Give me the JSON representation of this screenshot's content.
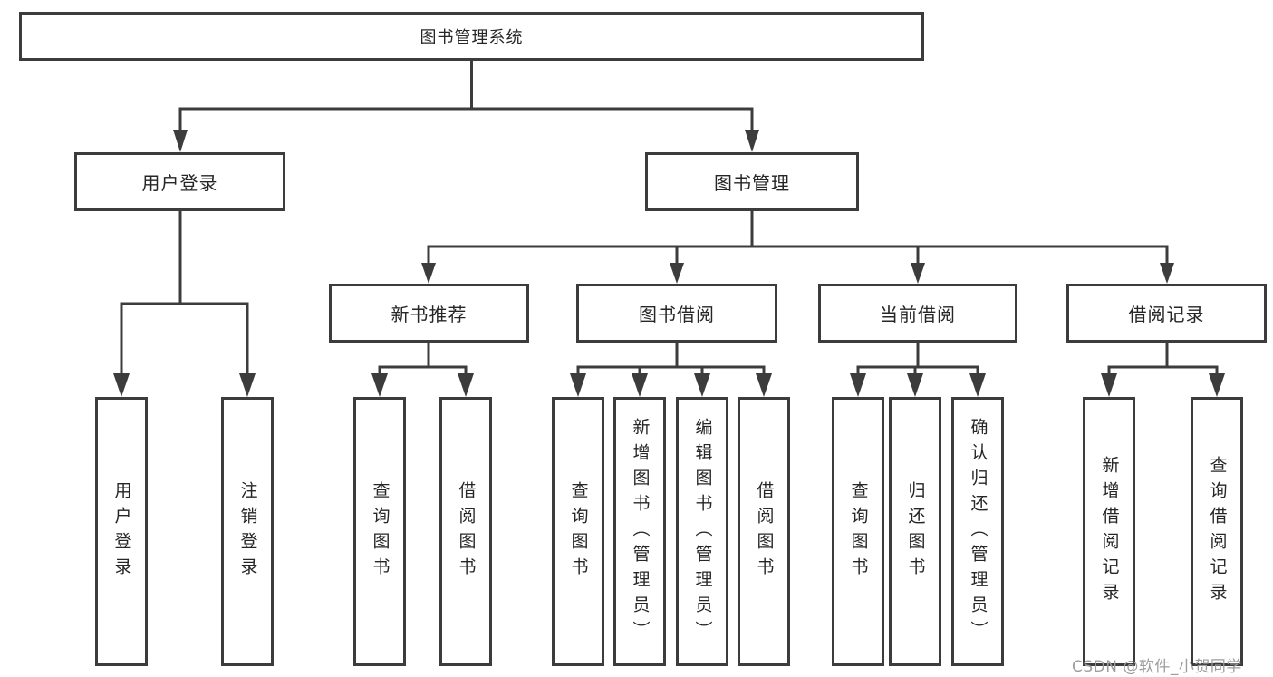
{
  "diagram": {
    "title": "图书管理系统",
    "level2": [
      {
        "label": "用户登录"
      },
      {
        "label": "图书管理"
      }
    ],
    "level3": [
      {
        "label": "新书推荐",
        "parent": "图书管理"
      },
      {
        "label": "图书借阅",
        "parent": "图书管理"
      },
      {
        "label": "当前借阅",
        "parent": "图书管理"
      },
      {
        "label": "借阅记录",
        "parent": "图书管理"
      }
    ],
    "leaves": [
      {
        "label": "用户登录",
        "parent": "用户登录"
      },
      {
        "label": "注销登录",
        "parent": "用户登录"
      },
      {
        "label": "查询图书",
        "parent": "新书推荐"
      },
      {
        "label": "借阅图书",
        "parent": "新书推荐"
      },
      {
        "label": "查询图书",
        "parent": "图书借阅"
      },
      {
        "label": "新增图书（管理员）",
        "parent": "图书借阅"
      },
      {
        "label": "编辑图书（管理员）",
        "parent": "图书借阅"
      },
      {
        "label": "借阅图书",
        "parent": "图书借阅"
      },
      {
        "label": "查询图书",
        "parent": "当前借阅"
      },
      {
        "label": "归还图书",
        "parent": "当前借阅"
      },
      {
        "label": "确认归还（管理员）",
        "parent": "当前借阅"
      },
      {
        "label": "新增借阅记录",
        "parent": "借阅记录"
      },
      {
        "label": "查询借阅记录",
        "parent": "借阅记录"
      }
    ]
  },
  "watermark": {
    "text": "CSDN @软件_小贺同学"
  },
  "colors": {
    "line": "#3c3c3c",
    "text": "#262626",
    "watermark": "#9d9d9d",
    "background": "#ffffff"
  }
}
